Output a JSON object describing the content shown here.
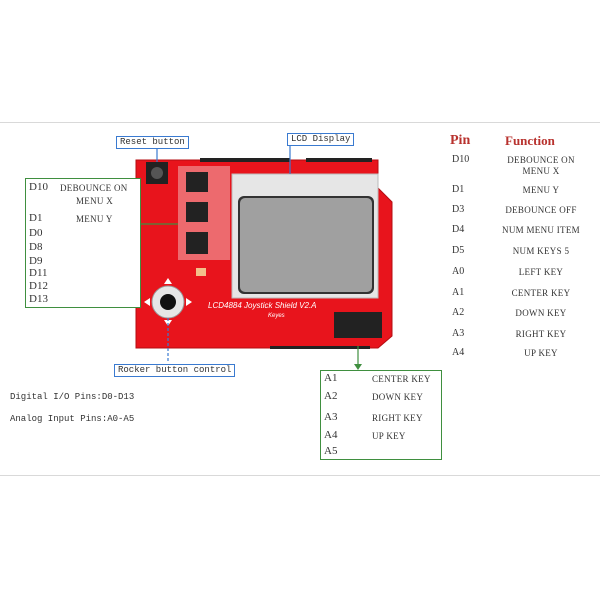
{
  "callouts": {
    "reset": "Reset button",
    "lcd": "LCD Display",
    "rocker": "Rocker button control"
  },
  "board": {
    "name": "LCD4884 Joystick Shield V2.A",
    "brand": "Keyes"
  },
  "left_box": {
    "rows": [
      {
        "pin": "D10",
        "function": "DEBOUNCE ON",
        "function2": "MENU X"
      },
      {
        "pin": "D1",
        "function": "MENU Y"
      },
      {
        "pin": "D0"
      },
      {
        "pin": "D8"
      },
      {
        "pin": "D9"
      },
      {
        "pin": "D11"
      },
      {
        "pin": "D12"
      },
      {
        "pin": "D13"
      }
    ]
  },
  "bottom_box": {
    "rows": [
      {
        "pin": "A1",
        "function": "CENTER KEY"
      },
      {
        "pin": "A2",
        "function": "DOWN KEY"
      },
      {
        "pin": "A3",
        "function": "RIGHT KEY"
      },
      {
        "pin": "A4",
        "function": "UP KEY"
      },
      {
        "pin": "A5"
      }
    ]
  },
  "notes": {
    "digital": "Digital I/O Pins:D0-D13",
    "analog": "Analog Input Pins:A0-A5"
  },
  "table": {
    "header_pin": "Pin",
    "header_function": "Function",
    "rows": [
      {
        "pin": "D10",
        "function": "DEBOUNCE ON",
        "function2": "MENU X"
      },
      {
        "pin": "D1",
        "function": "MENU Y"
      },
      {
        "pin": "D3",
        "function": "DEBOUNCE OFF"
      },
      {
        "pin": "D4",
        "function": "NUM MENU ITEM"
      },
      {
        "pin": "D5",
        "function": "NUM KEYS 5"
      },
      {
        "pin": "A0",
        "function": "LEFT KEY"
      },
      {
        "pin": "A1",
        "function": "CENTER KEY"
      },
      {
        "pin": "A2",
        "function": "DOWN KEY"
      },
      {
        "pin": "A3",
        "function": "RIGHT KEY"
      },
      {
        "pin": "A4",
        "function": "UP KEY"
      }
    ]
  },
  "colors": {
    "board": "#e8141c",
    "callout_border": "#3a7ad0",
    "box_border": "#3f8f3f",
    "header": "#b8322e"
  }
}
